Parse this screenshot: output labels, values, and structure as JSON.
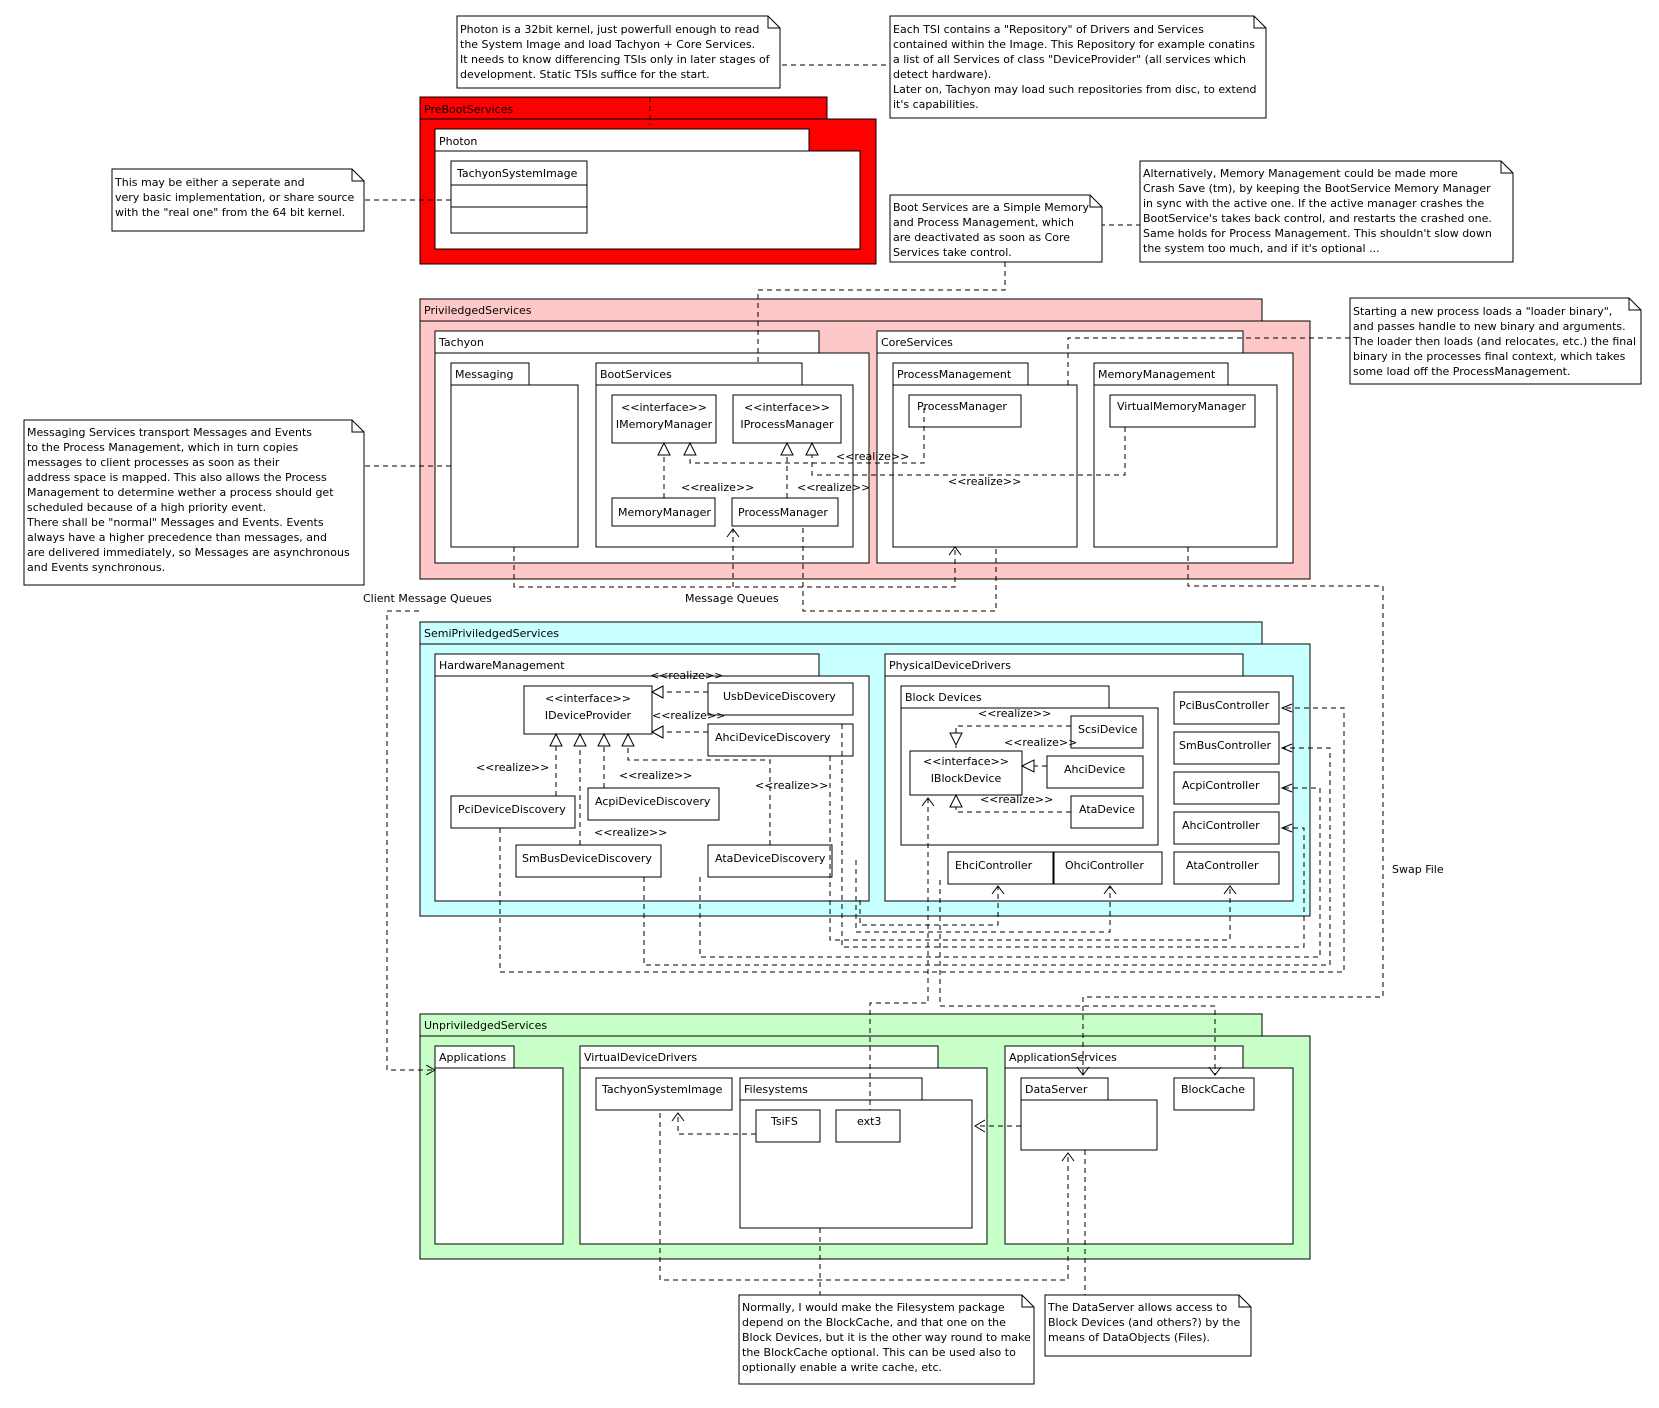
{
  "packages": {
    "preboot": {
      "label": "PreBootServices",
      "color": "#ff0000"
    },
    "photon": {
      "label": "Photon"
    },
    "priv": {
      "label": "PriviledgedServices",
      "color": "#ffc8c8"
    },
    "tachyon": {
      "label": "Tachyon"
    },
    "messaging": {
      "label": "Messaging"
    },
    "bootservices": {
      "label": "BootServices"
    },
    "coreservices": {
      "label": "CoreServices"
    },
    "procmgmt": {
      "label": "ProcessManagement"
    },
    "memmgmt": {
      "label": "MemoryManagement"
    },
    "semipriv": {
      "label": "SemiPriviledgedServices",
      "color": "#c8ffff"
    },
    "hwmgmt": {
      "label": "HardwareManagement"
    },
    "physdrivers": {
      "label": "PhysicalDeviceDrivers"
    },
    "blockdevices": {
      "label": "Block Devices"
    },
    "unpriv": {
      "label": "UnpriviledgedServices",
      "color": "#c8ffc8"
    },
    "applications": {
      "label": "Applications"
    },
    "virtdrivers": {
      "label": "VirtualDeviceDrivers"
    },
    "filesystems": {
      "label": "Filesystems"
    },
    "appservices": {
      "label": "ApplicationServices"
    },
    "dataserver": {
      "label": "DataServer"
    }
  },
  "classes": {
    "tsi_photon": "TachyonSystemImage",
    "imemmgr_stereo": "<<interface>>",
    "imemmgr_name": "IMemoryManager",
    "iprocmgr_stereo": "<<interface>>",
    "iprocmgr_name": "IProcessManager",
    "memmgr": "MemoryManager",
    "procmgr_boot": "ProcessManager",
    "procmgr_core": "ProcessManager",
    "vmm": "VirtualMemoryManager",
    "idevprov_stereo": "<<interface>>",
    "idevprov_name": "IDeviceProvider",
    "usbdisc": "UsbDeviceDiscovery",
    "ahcidisc": "AhciDeviceDiscovery",
    "pcidisc": "PciDeviceDiscovery",
    "acpidisc": "AcpiDeviceDiscovery",
    "smbusdisc": "SmBusDeviceDiscovery",
    "atadisc": "AtaDeviceDiscovery",
    "iblock_stereo": "<<interface>>",
    "iblock_name": "IBlockDevice",
    "scsidev": "ScsiDevice",
    "ahcidev": "AhciDevice",
    "atadev": "AtaDevice",
    "ehci": "EhciController",
    "ohci": "OhciController",
    "pcibus": "PciBusController",
    "smbus": "SmBusController",
    "acpictl": "AcpiController",
    "ahcictl": "AhciController",
    "atactl": "AtaController",
    "tsi_virt": "TachyonSystemImage",
    "tsifs": "TsiFS",
    "ext3": "ext3",
    "blockcache": "BlockCache"
  },
  "labels": {
    "realize": "<<realize>>",
    "client_queues": "Client Message Queues",
    "message_queues": "Message Queues",
    "swap_file": "Swap File"
  },
  "notes": {
    "photon": [
      "Photon is a 32bit kernel, just powerfull enough to read",
      "the System Image and load Tachyon + Core Services.",
      "It needs to know differencing TSIs only in later stages of",
      "development. Static TSIs suffice for the start."
    ],
    "tsi_repo": [
      "Each TSI contains a \"Repository\" of Drivers and Services",
      "contained within the Image. This Repository for example conatins",
      "a list of all Services of class \"DeviceProvider\" (all services which",
      "detect hardware).",
      "Later on, Tachyon may load such repositories from disc, to extend",
      "it's capabilities."
    ],
    "separate": [
      "This may be either a seperate and",
      "very basic implementation, or share source",
      "with the \"real one\" from the 64 bit kernel."
    ],
    "bootservices": [
      "Boot Services are a Simple Memory",
      "and Process Management, which",
      "are deactivated as soon as Core",
      "Services take control."
    ],
    "crashsave": [
      "Alternatively, Memory Management could be made more",
      "Crash Save (tm), by keeping the BootService Memory Manager",
      "in sync with the active one. If the active manager crashes the",
      "BootService's takes back control, and restarts the crashed one.",
      "Same holds for Process Management. This shouldn't slow down",
      "the system too much, and if it's optional ..."
    ],
    "loader": [
      "Starting a new process loads a \"loader binary\",",
      "and passes handle to new binary and arguments.",
      "The loader then loads (and relocates, etc.) the final",
      "binary in the processes final context, which takes",
      "some load off the ProcessManagement."
    ],
    "messaging": [
      "Messaging Services transport Messages and Events",
      "to the Process Management, which in turn copies",
      "messages to client processes as soon as their",
      "address space is mapped. This also allows the Process",
      "Management to determine wether a process should get",
      "scheduled because of a high priority event.",
      "There shall be \"normal\" Messages and Events. Events",
      "always have a higher precedence than messages, and",
      "are delivered immediately, so Messages are asynchronous",
      "and Events synchronous."
    ],
    "filesystem": [
      "Normally, I would make the Filesystem package",
      "depend on the BlockCache, and that one on the",
      "Block Devices, but it is the other way round to make",
      "the BlockCache optional. This can be used also to",
      "optionally enable a write cache, etc."
    ],
    "dataserver": [
      "The DataServer allows access to",
      "Block Devices (and others?) by the",
      "means of DataObjects (Files)."
    ]
  }
}
